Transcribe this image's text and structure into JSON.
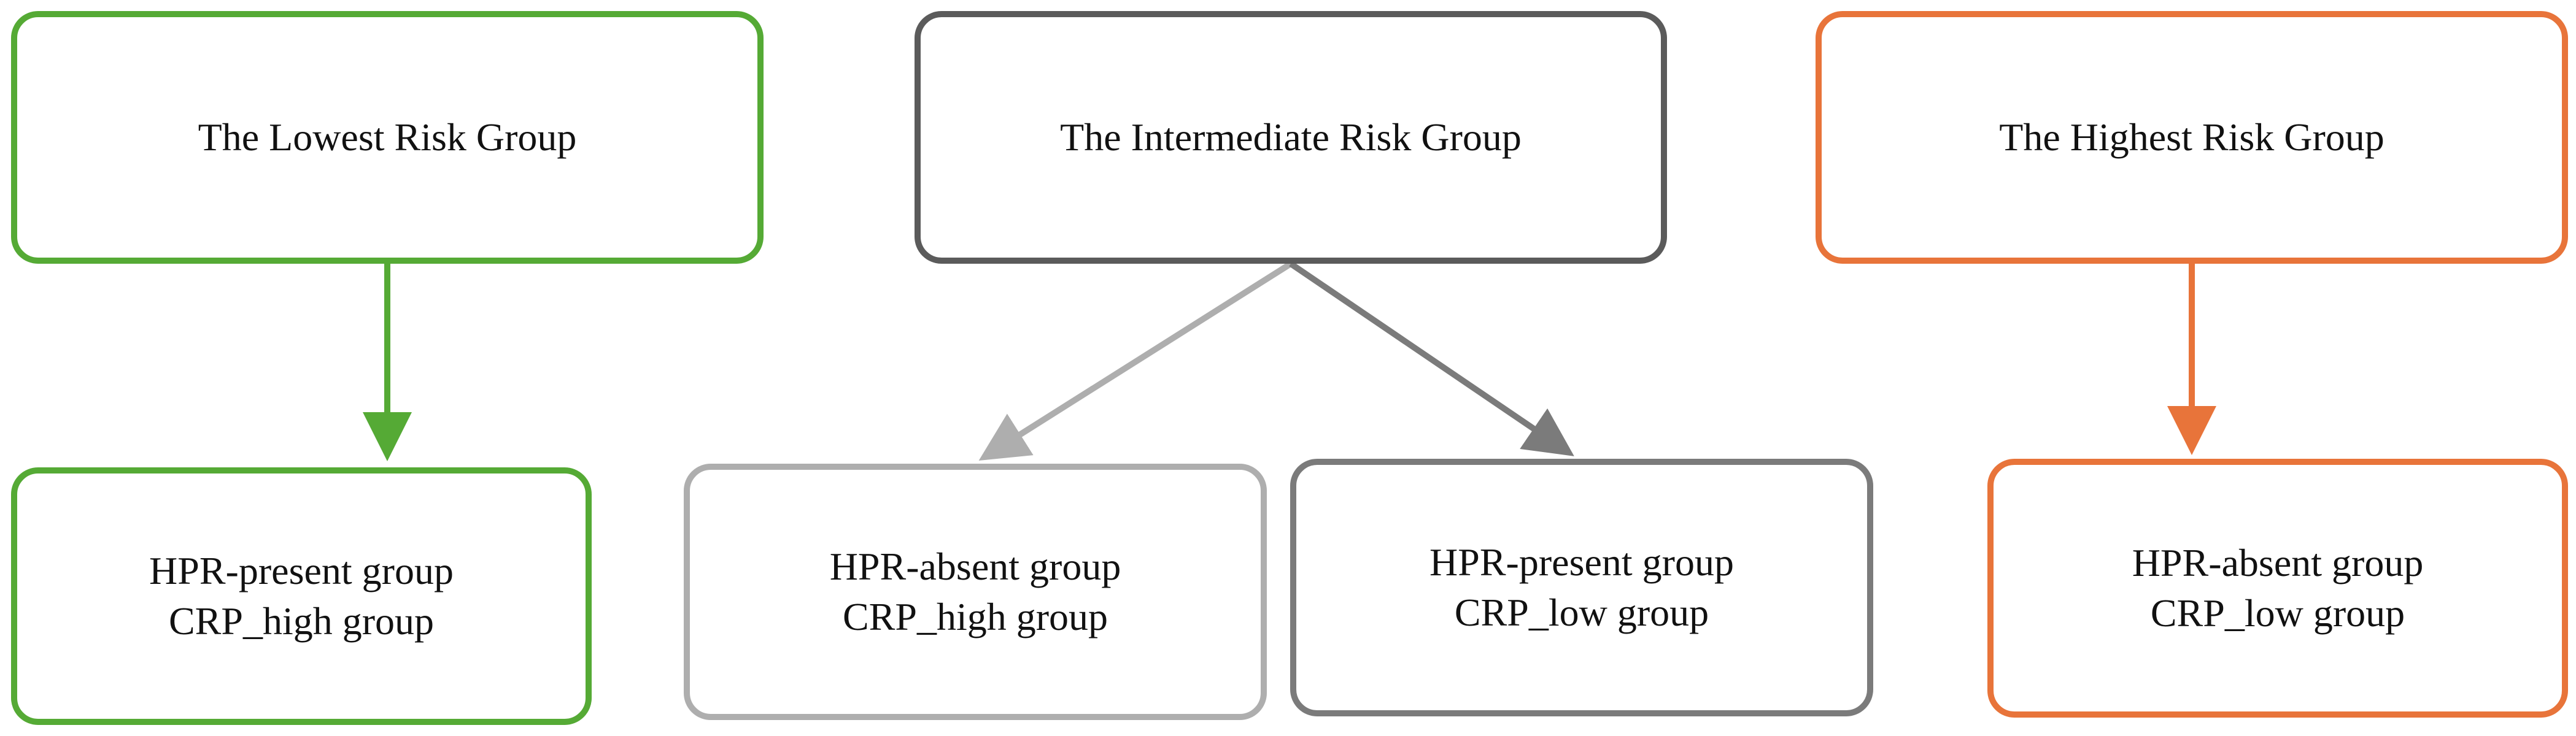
{
  "groups": {
    "lowest": {
      "title": "The Lowest Risk Group",
      "color": "#55aa35",
      "child": {
        "line1": "HPR-present group",
        "line2": "CRP_high group"
      }
    },
    "intermediate": {
      "title": "The Intermediate Risk Group",
      "color": "#5b5b5b",
      "children": [
        {
          "line1": "HPR-absent group",
          "line2": "CRP_high group",
          "color": "#aeaeae"
        },
        {
          "line1": "HPR-present group",
          "line2": "CRP_low group",
          "color": "#7b7b7b"
        }
      ]
    },
    "highest": {
      "title": "The Highest Risk Group",
      "color": "#e8743a",
      "child": {
        "line1": "HPR-absent group",
        "line2": "CRP_low group"
      }
    }
  }
}
